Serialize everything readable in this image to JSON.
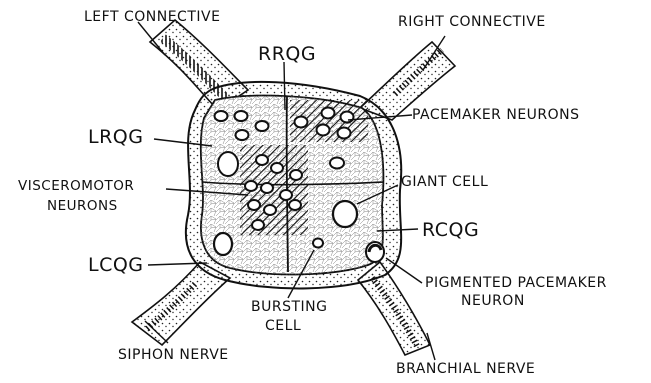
{
  "labels": {
    "left_connective": "LEFT CONNECTIVE",
    "right_connective": "RIGHT CONNECTIVE",
    "rrqg": "RRQG",
    "pacemaker_neurons": "PACEMAKER NEURONS",
    "lrqg": "LRQG",
    "visceromotor_line1": "VISCEROMOTOR",
    "visceromotor_line2": "NEURONS",
    "giant_cell": "GIANT CELL",
    "rcqg": "RCQG",
    "lcqg": "LCQG",
    "pigmented_line1": "PIGMENTED PACEMAKER",
    "pigmented_line2": "NEURON",
    "bursting_line1": "BURSTING",
    "bursting_line2": "CELL",
    "siphon_nerve": "SIPHON NERVE",
    "branchial_nerve": "BRANCHIAL NERVE"
  },
  "colors": {
    "ink": "#111111",
    "paper": "#ffffff"
  }
}
